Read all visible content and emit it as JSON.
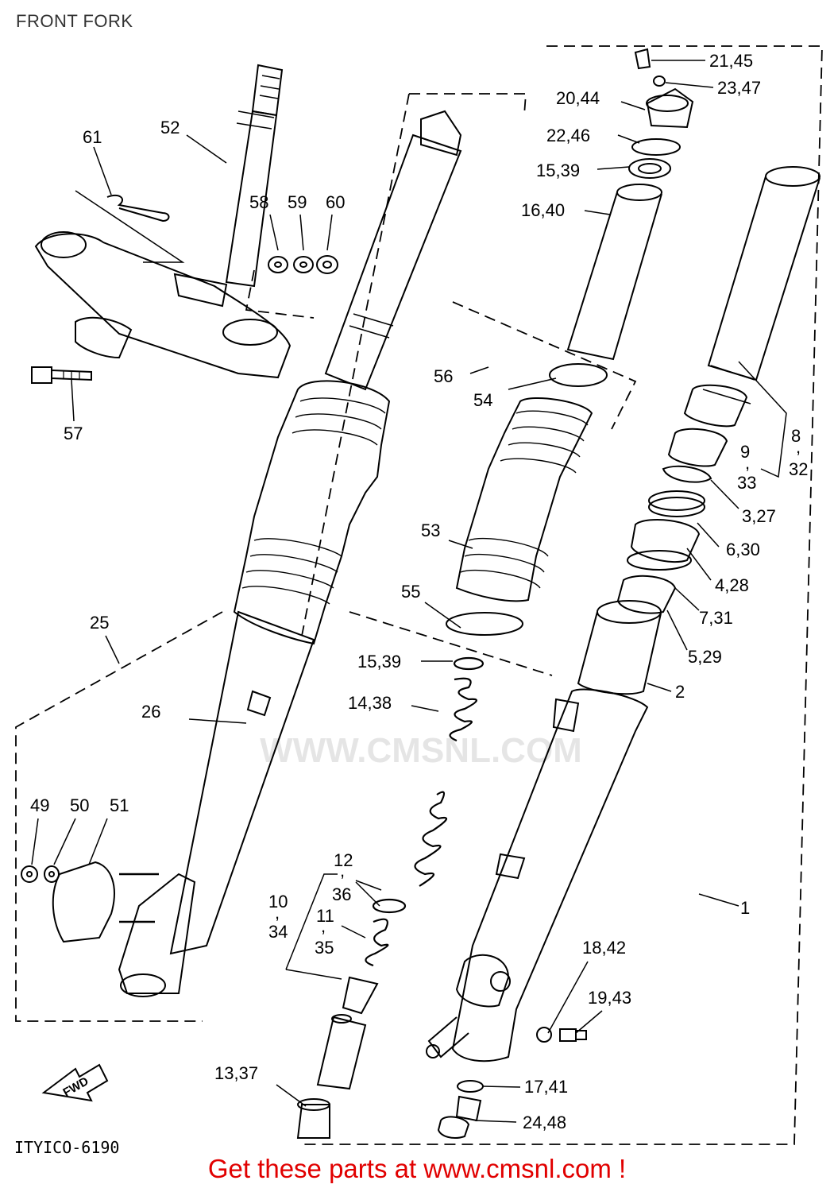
{
  "page": {
    "title": "FRONT FORK"
  },
  "labels": {
    "l21_45": "21,45",
    "l23_47": "23,47",
    "l20_44": "20,44",
    "l22_46": "22,46",
    "l15_39a": "15,39",
    "l16_40": "16,40",
    "l52": "52",
    "l61": "61",
    "l58": "58",
    "l59": "59",
    "l60": "60",
    "l56": "56",
    "l54": "54",
    "l57": "57",
    "l8": "8",
    "l8c": ",",
    "l32": "32",
    "l9": "9",
    "l9c": ",",
    "l33": "33",
    "l3_27": "3,27",
    "l6_30": "6,30",
    "l4_28": "4,28",
    "l7_31": "7,31",
    "l5_29": "5,29",
    "l2": "2",
    "l53": "53",
    "l55": "55",
    "l25": "25",
    "l15_39b": "15,39",
    "l14_38": "14,38",
    "l26": "26",
    "l49": "49",
    "l50": "50",
    "l51": "51",
    "l12": "12",
    "l12c": ",",
    "l36": "36",
    "l10": "10",
    "l10c": ",",
    "l34": "34",
    "l11": "11",
    "l11c": ",",
    "l35": "35",
    "l1": "1",
    "l18_42": "18,42",
    "l19_43": "19,43",
    "l13_37": "13,37",
    "l17_41": "17,41",
    "l24_48": "24,48",
    "fwd": "FWD"
  },
  "diagram_code": "ITYICO-6190",
  "watermark": "WWW.CMSNL.COM",
  "footer": "Get these parts at www.cmsnl.com !",
  "colors": {
    "footer": "#e10000",
    "ink": "#000000"
  }
}
